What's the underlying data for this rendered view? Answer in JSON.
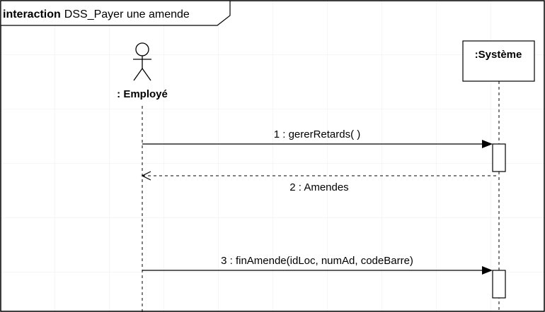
{
  "frame": {
    "keyword": "interaction",
    "name": "DSS_Payer une amende"
  },
  "actor": {
    "label": ": Employé"
  },
  "system": {
    "label": ":Système"
  },
  "messages": [
    {
      "label": "1 : gererRetards( )",
      "kind": "synchronous",
      "direction": "actor-to-system"
    },
    {
      "label": "2 : Amendes",
      "kind": "reply",
      "direction": "system-to-actor"
    },
    {
      "label": "3 : finAmende(idLoc, numAd, codeBarre)",
      "kind": "synchronous",
      "direction": "actor-to-system"
    }
  ],
  "colors": {
    "line": "#000000",
    "background": "#ffffff",
    "grid": "#e6e6e6"
  }
}
